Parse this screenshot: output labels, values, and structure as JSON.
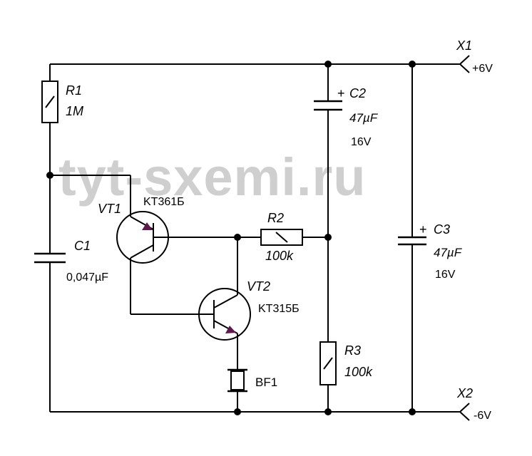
{
  "watermark": "tyt-sxemi.ru",
  "components": {
    "r1": {
      "ref": "R1",
      "value": "1M"
    },
    "r2": {
      "ref": "R2",
      "value": "100k"
    },
    "r3": {
      "ref": "R3",
      "value": "100k"
    },
    "c1": {
      "ref": "C1",
      "value": "0,047µF"
    },
    "c2": {
      "ref": "C2",
      "value": "47µF",
      "voltage": "16V",
      "polarity": "+"
    },
    "c3": {
      "ref": "C3",
      "value": "47µF",
      "voltage": "16V",
      "polarity": "+"
    },
    "vt1": {
      "ref": "VT1",
      "part": "KT361Б"
    },
    "vt2": {
      "ref": "VT2",
      "part": "KT315Б"
    },
    "bf1": {
      "ref": "BF1"
    }
  },
  "terminals": {
    "x1": {
      "ref": "X1",
      "voltage": "+6V"
    },
    "x2": {
      "ref": "X2",
      "voltage": "-6V"
    }
  },
  "colors": {
    "line": "#000000",
    "watermark": "#cfcfcf",
    "emitter_arrow": "#5a1a4a"
  }
}
